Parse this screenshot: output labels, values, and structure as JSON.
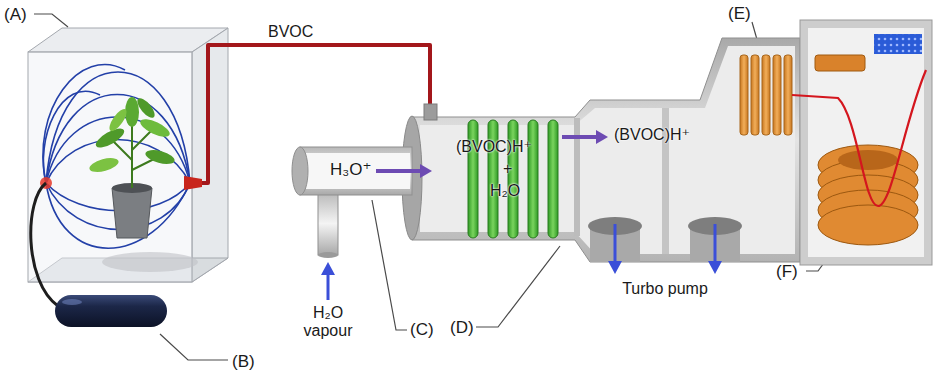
{
  "diagram": {
    "labels": [
      "(A)",
      "BVOC",
      "(E)",
      "H₃O⁺",
      "(BVOC)H⁺",
      "+",
      "H₂O",
      "(BVOC)H⁺",
      "Turbo pump",
      "(F)",
      "H₂O vapour",
      "(C)",
      "(D)",
      "(B)"
    ]
  }
}
